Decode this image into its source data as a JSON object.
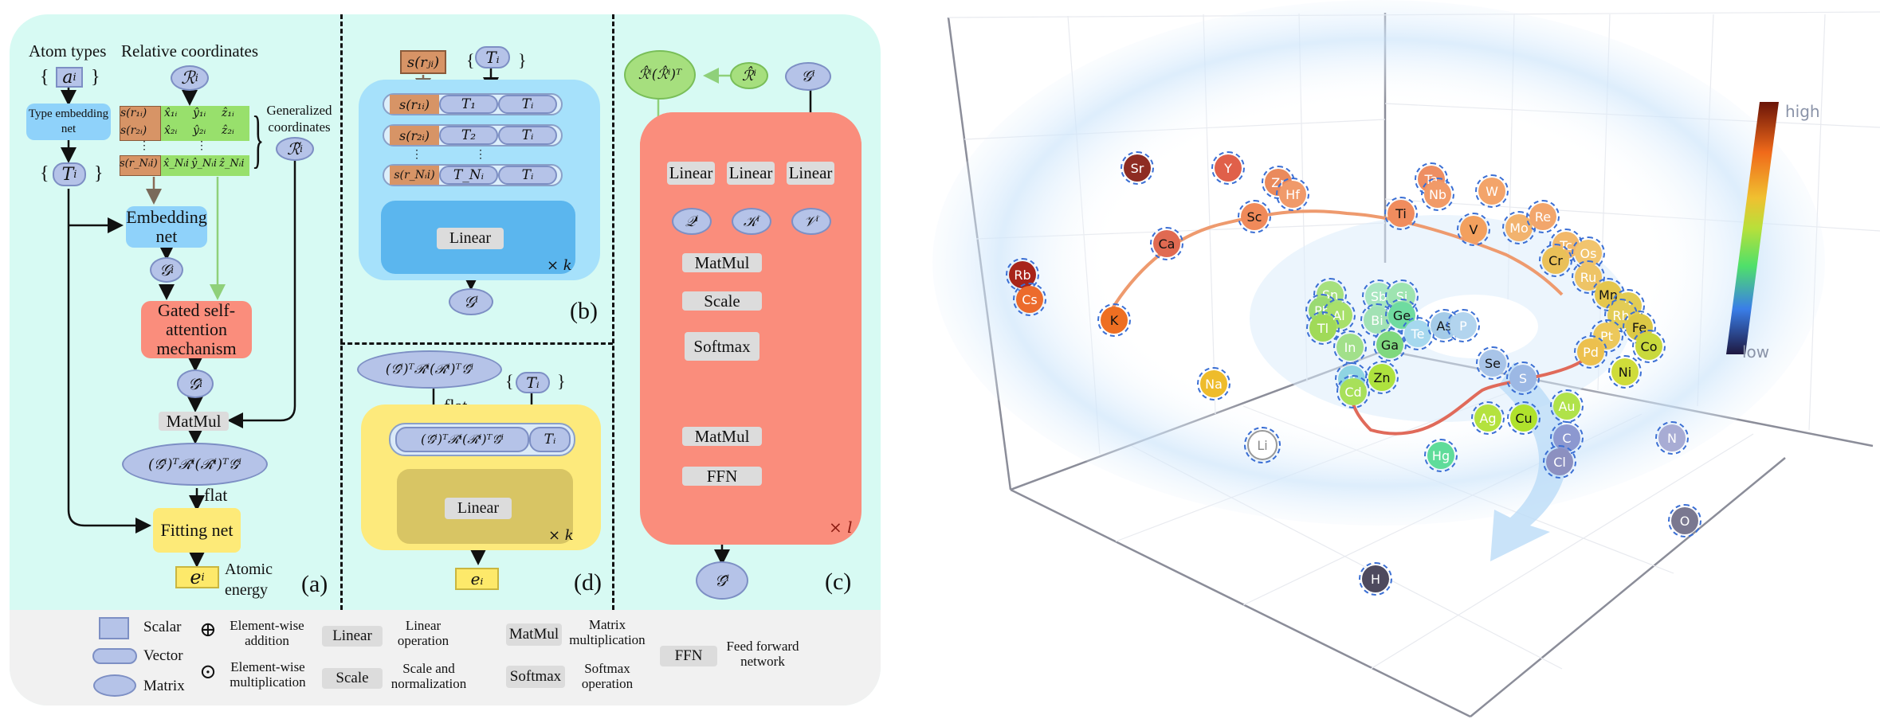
{
  "panel_a": {
    "heading_atom_types": "Atom types",
    "heading_relative_coords": "Relative coordinates",
    "a_i": "a",
    "a_i_sub": "i",
    "brace_open": "{",
    "brace_close": "}",
    "R_i": "ℛ",
    "sup_i": "i",
    "type_embedding_net": "Type embedding net",
    "T_i": "T",
    "T_i_sub": "i",
    "coord_rows": [
      {
        "s": "s(r₁ᵢ)",
        "x": "x̂₁ᵢ",
        "y": "ŷ₁ᵢ",
        "z": "ẑ₁ᵢ"
      },
      {
        "s": "s(r₂ᵢ)",
        "x": "x̂₂ᵢ",
        "y": "ŷ₂ᵢ",
        "z": "ẑ₂ᵢ"
      },
      {
        "s": "s(r_Nᵢi)",
        "x": "x̂_Nᵢi",
        "y": "ŷ_Nᵢi",
        "z": "ẑ_Nᵢi"
      }
    ],
    "vdots": "⋮",
    "generalized_coordinates": "Generalized coordinates",
    "R_tilde": "ℛ̃",
    "embedding_net": "Embedding net",
    "G_i": "𝒢",
    "gated_attention": "Gated self-attention mechanism",
    "G_hat": "𝒢̂",
    "matmul": "MatMul",
    "descriptor": "(𝒢̂ⁱ)ᵀℛ̃ⁱ(ℛ̃ⁱ)ᵀ𝒢̇ⁱ",
    "flat": "flat",
    "fitting_net": "Fitting net",
    "e_i": "e",
    "e_i_sub": "i",
    "atomic_energy": "Atomic energy",
    "label": "(a)"
  },
  "panel_b": {
    "s_rji": "s(rⱼᵢ)",
    "T_i": "Tᵢ",
    "rows": [
      {
        "s": "s(r₁ᵢ)",
        "t": "T₁",
        "ti": "Tᵢ"
      },
      {
        "s": "s(r₂ᵢ)",
        "t": "T₂",
        "ti": "Tᵢ"
      },
      {
        "s": "s(r_Nᵢi)",
        "t": "T_Nᵢ",
        "ti": "Tᵢ"
      }
    ],
    "vdots": "⋮",
    "linear": "Linear",
    "repeat": "× k",
    "output": "𝒢ⁱ",
    "label": "(b)"
  },
  "panel_d": {
    "descriptor": "(𝒢̂ⁱ)ᵀℛ̃ⁱ(ℛ̃ⁱ)ᵀ𝒢̇ⁱ",
    "flat": "flat",
    "T_i": "Tᵢ",
    "concat_descriptor": "(𝒢̂ⁱ)ᵀℛ̃ⁱ(ℛ̃ⁱ)ᵀ𝒢̇ⁱ",
    "concat_T": "Tᵢ",
    "linear": "Linear",
    "repeat": "× k",
    "output": "eᵢ",
    "label": "(d)"
  },
  "panel_c": {
    "gate": "ℛ̂ⁱ(ℛ̂ⁱ)ᵀ",
    "R_hat": "ℛ̂ⁱ",
    "G_in": "𝒢ⁱ",
    "linears": [
      "Linear",
      "Linear",
      "Linear"
    ],
    "qkv": [
      "𝒬ⁱ",
      "𝒦ⁱ",
      "𝒱ⁱ"
    ],
    "matmul1": "MatMul",
    "scale": "Scale",
    "softmax": "Softmax",
    "matmul2": "MatMul",
    "ffn": "FFN",
    "repeat": "× l",
    "output": "𝒢̂ⁱ",
    "label": "(c)"
  },
  "legend": {
    "scalar": "Scalar",
    "vector": "Vector",
    "matrix": "Matrix",
    "add_symbol": "⊕",
    "add_label": "Element-wise addition",
    "mul_symbol": "⊙",
    "mul_label": "Element-wise multiplication",
    "linear_box": "Linear",
    "linear_desc": "Linear operation",
    "scale_box": "Scale",
    "scale_desc": "Scale and normalization",
    "matmul_box": "MatMul",
    "matmul_desc": "Matrix multiplication",
    "softmax_box": "Softmax",
    "softmax_desc": "Softmax operation",
    "ffn_box": "FFN",
    "ffn_desc": "Feed forward network"
  },
  "element_map": {
    "colorbar": {
      "high": "high",
      "low": "low"
    },
    "atoms": [
      {
        "sym": "Sr",
        "color": "#8e2c22",
        "fg": "#fff"
      },
      {
        "sym": "Y",
        "color": "#e0604a",
        "fg": "#fff"
      },
      {
        "sym": "Zr",
        "color": "#ea8a5c",
        "fg": "#fff"
      },
      {
        "sym": "Hf",
        "color": "#f09a6a",
        "fg": "#fff"
      },
      {
        "sym": "Ta",
        "color": "#ee8e62",
        "fg": "#fff"
      },
      {
        "sym": "Nb",
        "color": "#f19a68",
        "fg": "#fff"
      },
      {
        "sym": "W",
        "color": "#f3a46a",
        "fg": "#fff"
      },
      {
        "sym": "Mo",
        "color": "#f2b36e",
        "fg": "#fff"
      },
      {
        "sym": "Re",
        "color": "#f2a66c",
        "fg": "#fff"
      },
      {
        "sym": "Tc",
        "color": "#f2b86a",
        "fg": "#fff"
      },
      {
        "sym": "Os",
        "color": "#f1c46e",
        "fg": "#fff"
      },
      {
        "sym": "Ru",
        "color": "#eec466",
        "fg": "#fff"
      },
      {
        "sym": "Mn",
        "color": "#e4c64c",
        "fg": "#111"
      },
      {
        "sym": "Ir",
        "color": "#e2cc54",
        "fg": "#fff"
      },
      {
        "sym": "Rh",
        "color": "#e3cc55",
        "fg": "#fff"
      },
      {
        "sym": "Fe",
        "color": "#dcc845",
        "fg": "#111"
      },
      {
        "sym": "Co",
        "color": "#c9d93c",
        "fg": "#111"
      },
      {
        "sym": "Pt",
        "color": "#ecc85a",
        "fg": "#fff"
      },
      {
        "sym": "Pd",
        "color": "#ecc04e",
        "fg": "#fff"
      },
      {
        "sym": "Ni",
        "color": "#cfdc3a",
        "fg": "#111"
      },
      {
        "sym": "Rb",
        "color": "#a8241a",
        "fg": "#fff"
      },
      {
        "sym": "Cs",
        "color": "#ec6b2c",
        "fg": "#fff"
      },
      {
        "sym": "K",
        "color": "#ee6f22",
        "fg": "#111"
      },
      {
        "sym": "Ca",
        "color": "#e06a52",
        "fg": "#111"
      },
      {
        "sym": "Sc",
        "color": "#f08a5a",
        "fg": "#111"
      },
      {
        "sym": "Ti",
        "color": "#f08c5e",
        "fg": "#111"
      },
      {
        "sym": "V",
        "color": "#f3a05e",
        "fg": "#111"
      },
      {
        "sym": "Cr",
        "color": "#eac058",
        "fg": "#111"
      },
      {
        "sym": "Sn",
        "color": "#a6e07e",
        "fg": "#fff"
      },
      {
        "sym": "Pb",
        "color": "#9ada72",
        "fg": "#fff"
      },
      {
        "sym": "Al",
        "color": "#a8e06a",
        "fg": "#fff"
      },
      {
        "sym": "Tl",
        "color": "#a0da58",
        "fg": "#fff"
      },
      {
        "sym": "Sb",
        "color": "#a8e6c0",
        "fg": "#fff"
      },
      {
        "sym": "Si",
        "color": "#9ee4b0",
        "fg": "#fff"
      },
      {
        "sym": "Bi",
        "color": "#a2e2b4",
        "fg": "#fff"
      },
      {
        "sym": "Ge",
        "color": "#6fdba0",
        "fg": "#111"
      },
      {
        "sym": "Te",
        "color": "#a6d8ee",
        "fg": "#fff"
      },
      {
        "sym": "As",
        "color": "#a4cbe8",
        "fg": "#111"
      },
      {
        "sym": "P",
        "color": "#b2d4ee",
        "fg": "#fff"
      },
      {
        "sym": "In",
        "color": "#a2e08a",
        "fg": "#fff"
      },
      {
        "sym": "Ga",
        "color": "#7fd87e",
        "fg": "#111"
      },
      {
        "sym": "Se",
        "color": "#a8c4e8",
        "fg": "#111"
      },
      {
        "sym": "S",
        "color": "#9cb8e4",
        "fg": "#fff"
      },
      {
        "sym": "B",
        "color": "#8fd4e2",
        "fg": "#fff"
      },
      {
        "sym": "Cd",
        "color": "#a8e05a",
        "fg": "#fff"
      },
      {
        "sym": "Zn",
        "color": "#aee23e",
        "fg": "#111"
      },
      {
        "sym": "Na",
        "color": "#eebc2c",
        "fg": "#fff"
      },
      {
        "sym": "Li",
        "color": "#ffffff",
        "fg": "#888"
      },
      {
        "sym": "Ag",
        "color": "#b4e23e",
        "fg": "#fff"
      },
      {
        "sym": "Cu",
        "color": "#b0e22c",
        "fg": "#111"
      },
      {
        "sym": "Au",
        "color": "#b0e24a",
        "fg": "#fff"
      },
      {
        "sym": "Hg",
        "color": "#5fdc9a",
        "fg": "#fff"
      },
      {
        "sym": "C",
        "color": "#8c98d0",
        "fg": "#fff"
      },
      {
        "sym": "Cl",
        "color": "#8c90c0",
        "fg": "#fff"
      },
      {
        "sym": "N",
        "color": "#a8acd4",
        "fg": "#fff"
      },
      {
        "sym": "O",
        "color": "#7a7890",
        "fg": "#fff"
      },
      {
        "sym": "H",
        "color": "#4e4a5e",
        "fg": "#fff"
      }
    ]
  }
}
